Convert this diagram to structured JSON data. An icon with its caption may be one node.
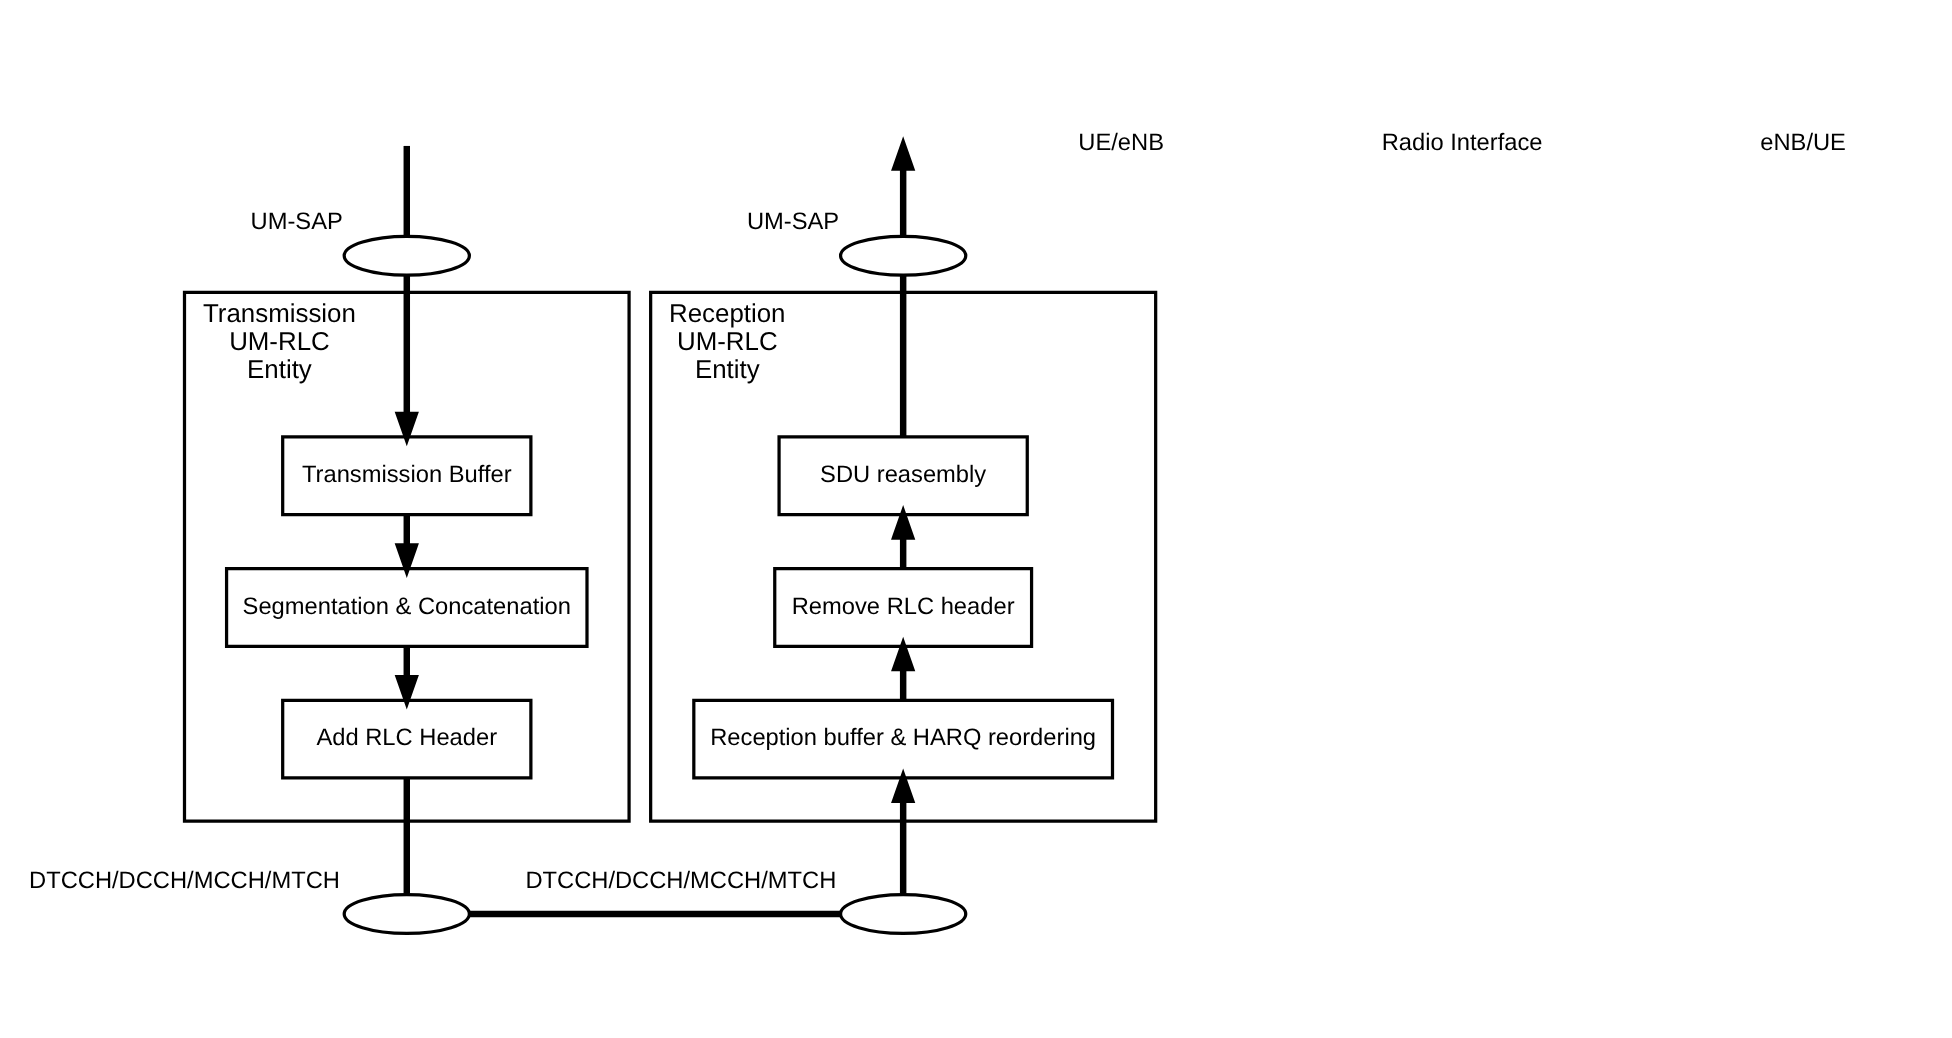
{
  "diagram": {
    "nodes": [
      {
        "text": [
          "Transmission UM-RLC Entity"
        ]
      },
      {
        "text": [
          "Transmission Buffer"
        ],
        "in": 0
      },
      {
        "text": [
          "Segmentation & Concatenation"
        ],
        "in": 0
      },
      {
        "text": [
          "Add RLC Header"
        ],
        "in": 0
      },
      {
        "text": [
          "Reception UM-RLC Entity"
        ]
      },
      {
        "text": [
          "SDU reasembly"
        ],
        "in": 4
      },
      {
        "text": [
          "Remove RLC header"
        ],
        "in": 4
      },
      {
        "text": [
          "Reception buffer & HARQ reordering"
        ],
        "in": 4
      },
      {
        "text": [],
        "shape": "ellipse",
        "beside": [
          "UM-SAP"
        ]
      },
      {
        "text": [],
        "shape": "ellipse",
        "beside": [
          "UM-SAP"
        ]
      },
      {
        "text": [],
        "shape": "ellipse",
        "beside": [
          "DTCCH/DCCH/MCCH/MTCH"
        ]
      },
      {
        "text": [],
        "shape": "ellipse",
        "beside": [
          "DTCCH/DCCH/MCCH/MTCH"
        ]
      }
    ],
    "edges": [
      {
        "from": null,
        "to": 8,
        "arrow": "none"
      },
      {
        "from": 8,
        "to": 1,
        "arrow": "to"
      },
      {
        "from": 1,
        "to": 2,
        "arrow": "to"
      },
      {
        "from": 2,
        "to": 3,
        "arrow": "to"
      },
      {
        "from": 3,
        "to": 10,
        "arrow": "none"
      },
      {
        "from": 10,
        "to": 11,
        "arrow": "none"
      },
      {
        "from": 11,
        "to": 7,
        "arrow": "to"
      },
      {
        "from": 7,
        "to": 6,
        "arrow": "to"
      },
      {
        "from": 6,
        "to": 5,
        "arrow": "to"
      },
      {
        "from": 5,
        "to": 9,
        "arrow": "none"
      },
      {
        "from": 9,
        "to": null,
        "arrow": "to"
      }
    ],
    "labels": [
      "UE/eNB",
      "Radio Interface",
      "eNB/UE"
    ]
  }
}
